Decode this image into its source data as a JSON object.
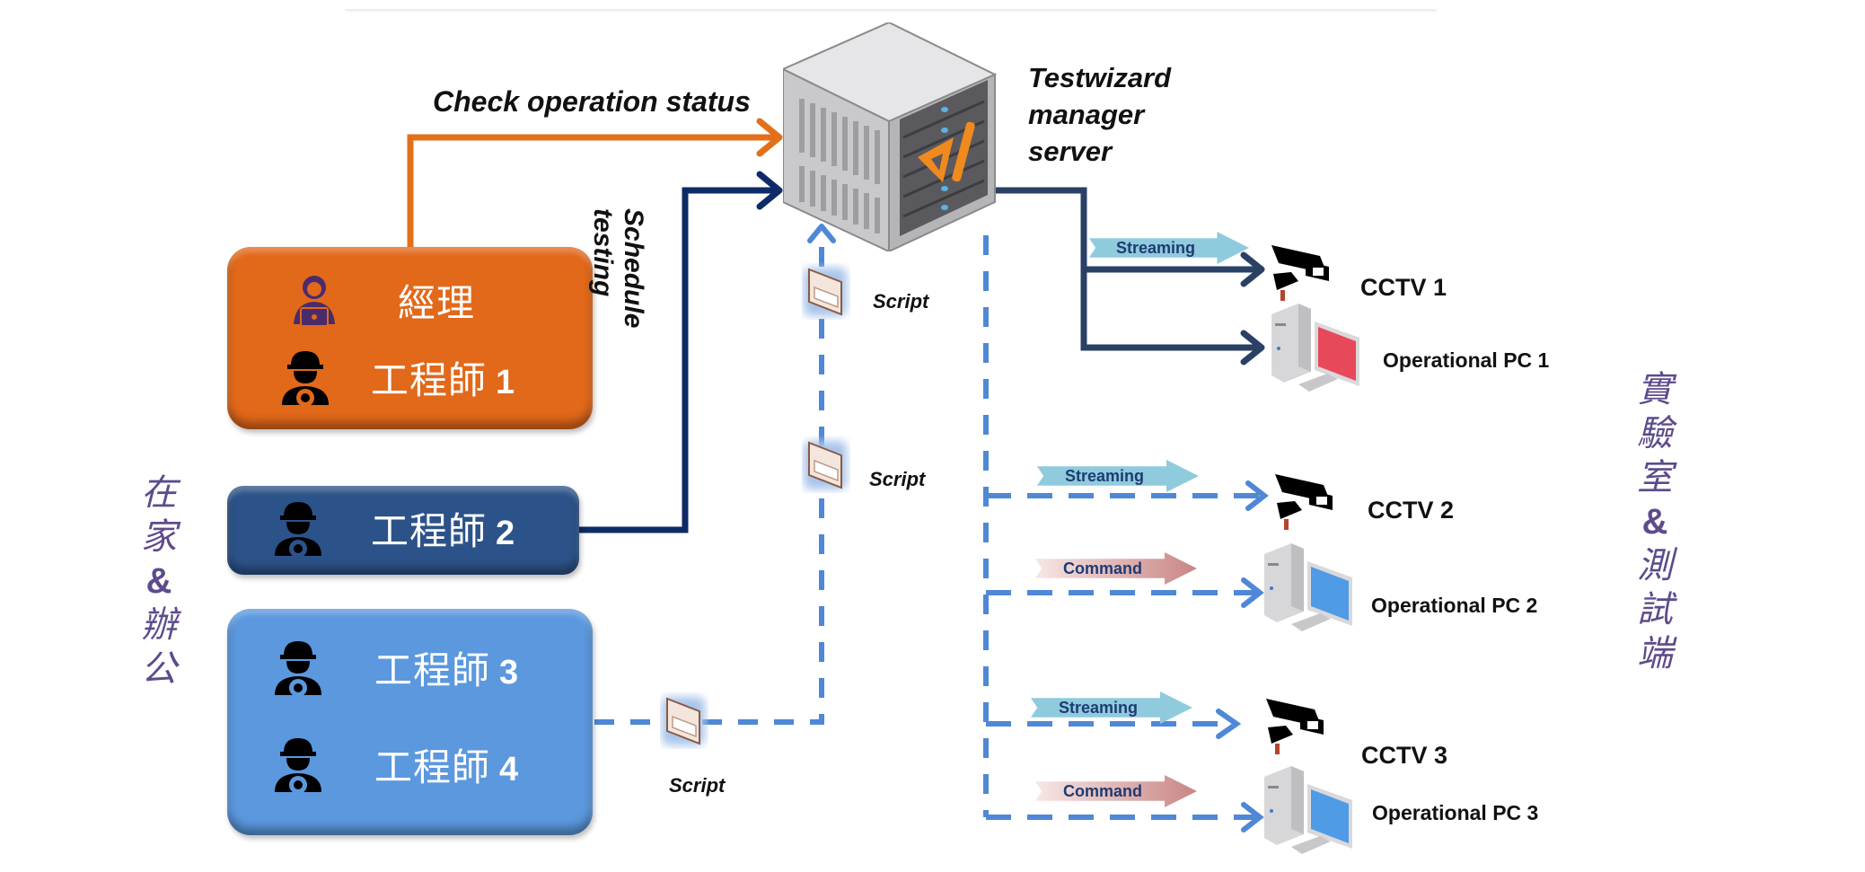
{
  "diagram": {
    "top_annotation": {
      "check_status": "Check operation status",
      "schedule": "Schedule",
      "testing": "testing"
    },
    "server": {
      "label_lines": [
        "Testwizard",
        "manager",
        "server"
      ],
      "icon": "server-rack-icon"
    },
    "left_group_label": {
      "chars": [
        "在",
        "家",
        "&",
        "辦",
        "公"
      ]
    },
    "right_group_label": {
      "chars": [
        "實",
        "驗",
        "室",
        "&",
        "測",
        "試",
        "端"
      ]
    },
    "roles": [
      {
        "group": "orange",
        "members": [
          {
            "icon": "manager-laptop-icon",
            "label": "經理",
            "num": ""
          },
          {
            "icon": "engineer-icon",
            "label": "工程師",
            "num": "1"
          }
        ]
      },
      {
        "group": "dark-blue",
        "members": [
          {
            "icon": "engineer-icon",
            "label": "工程師",
            "num": "2"
          }
        ]
      },
      {
        "group": "light-blue",
        "members": [
          {
            "icon": "engineer-icon",
            "label": "工程師",
            "num": "3"
          },
          {
            "icon": "engineer-icon",
            "label": "工程師",
            "num": "4"
          }
        ]
      }
    ],
    "scripts": [
      "Script",
      "Script",
      "Script"
    ],
    "flows": {
      "streaming": "Streaming",
      "command": "Command"
    },
    "devices": [
      {
        "cctv": "CCTV 1",
        "pc": "Operational PC 1",
        "screen_color": "#e8495a"
      },
      {
        "cctv": "CCTV 2",
        "pc": "Operational PC 2",
        "screen_color": "#4f9be6"
      },
      {
        "cctv": "CCTV 3",
        "pc": "Operational PC 3",
        "screen_color": "#4f9be6"
      }
    ],
    "colors": {
      "orange": "#e2681a",
      "dark_blue": "#2c5389",
      "navy_line": "#0e2b67",
      "light_blue": "#5b98de",
      "dashed": "#4e88d6",
      "purple_text": "#5e4b8b"
    }
  }
}
